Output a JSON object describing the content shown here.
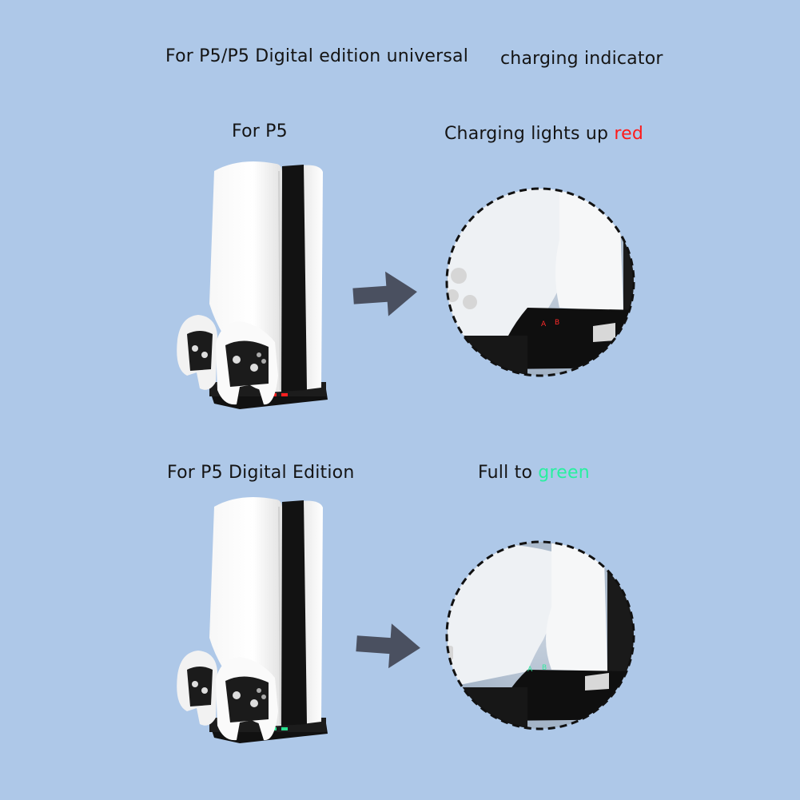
{
  "header": {
    "left_title": "For P5/P5 Digital edition universal",
    "right_title": "charging indicator"
  },
  "section_top": {
    "label": "For P5",
    "status_prefix": "Charging lights up ",
    "status_color_word": "red"
  },
  "section_bottom": {
    "label": "For P5 Digital Edition",
    "status_prefix": "Full to ",
    "status_color_word": "green"
  },
  "indicator_labels": {
    "a": "A",
    "b": "B"
  },
  "colors": {
    "background": "#aec8e8",
    "red": "#ff1a1a",
    "green": "#28f0a0",
    "arrow": "#4a5060"
  }
}
